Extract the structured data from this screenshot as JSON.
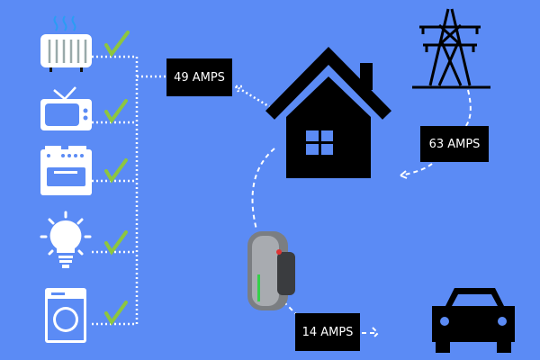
{
  "labels": {
    "house_load": "49 AMPS",
    "grid_supply": "63 AMPS",
    "charger_load": "14 AMPS"
  },
  "appliances": [
    {
      "icon": "heater-icon",
      "status": "check"
    },
    {
      "icon": "tv-icon",
      "status": "check"
    },
    {
      "icon": "oven-icon",
      "status": "check"
    },
    {
      "icon": "lightbulb-icon",
      "status": "check"
    },
    {
      "icon": "washing-machine-icon",
      "status": "check"
    }
  ],
  "colors": {
    "background": "#5b8bf5",
    "check": "#8dc63f",
    "heat_waves": "#2a9df4"
  }
}
